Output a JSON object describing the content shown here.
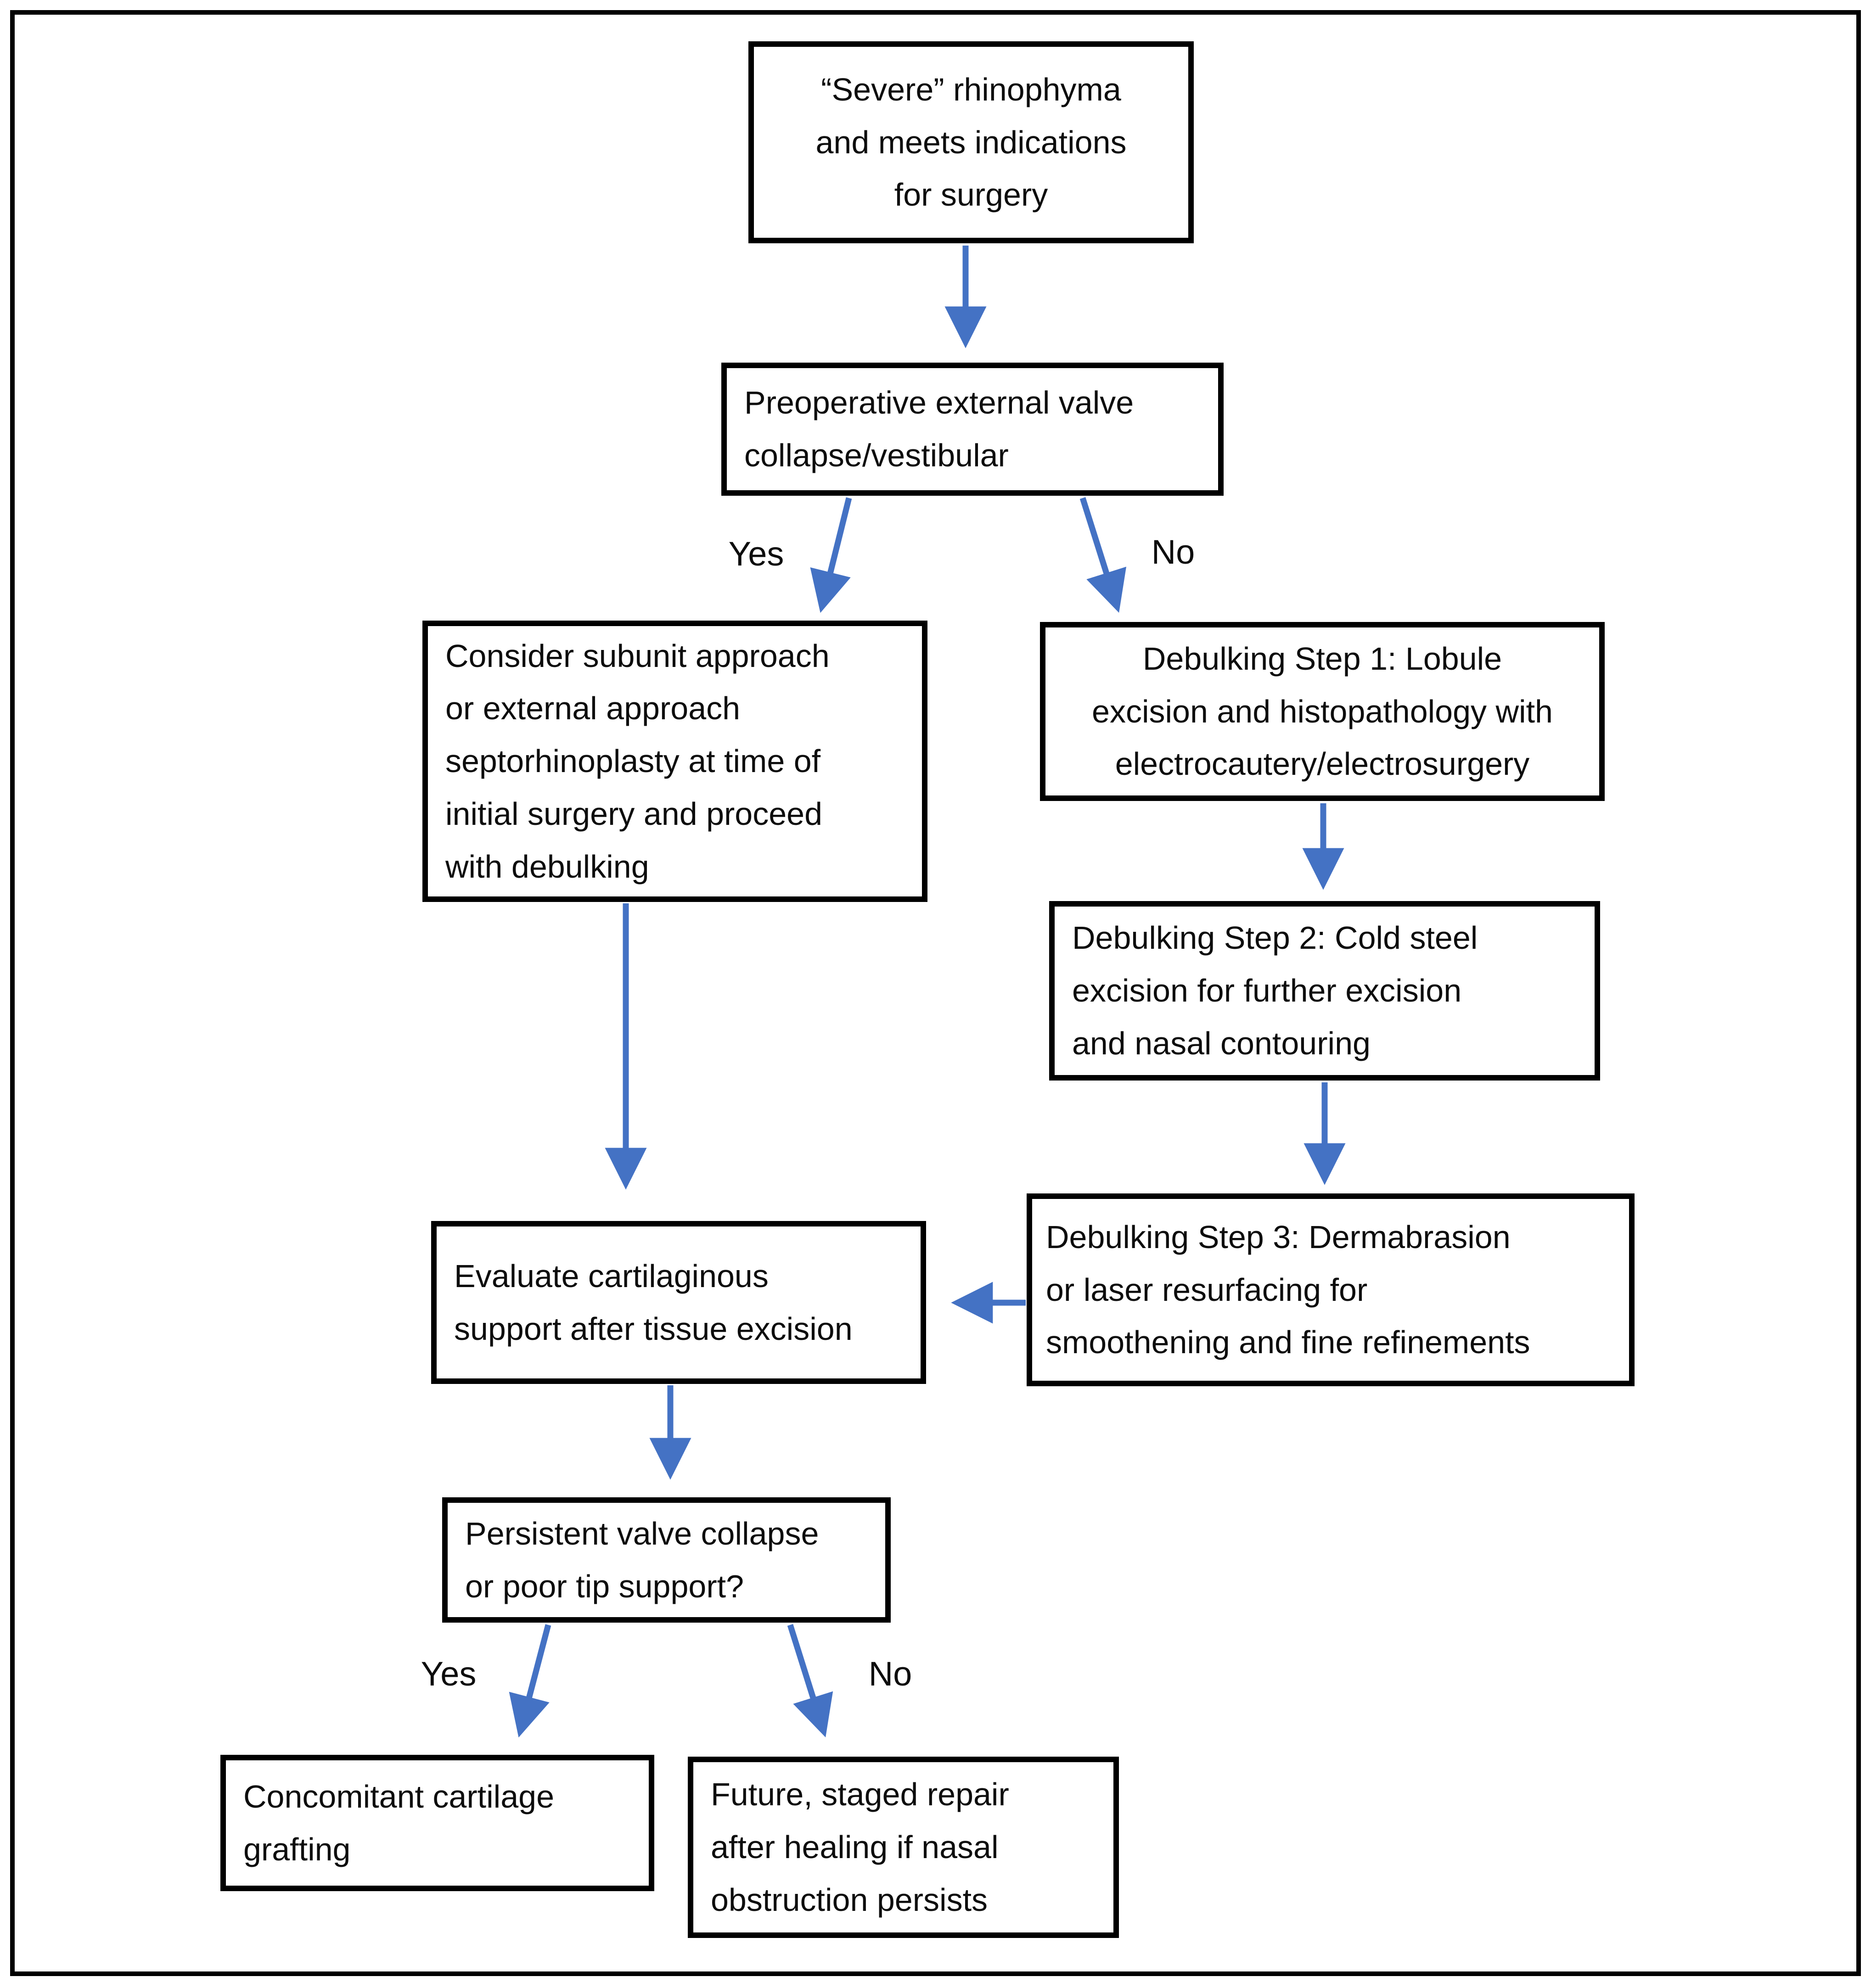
{
  "colors": {
    "arrow": "#4472C4",
    "box_border": "#000000",
    "background": "#FFFFFF",
    "text": "#0D0D0D"
  },
  "nodes": {
    "start": {
      "text": "“Severe” rhinophyma\nand meets indications\nfor surgery"
    },
    "preop": {
      "text": "Preoperative external valve\ncollapse/vestibular"
    },
    "consider": {
      "text": "Consider subunit approach\nor external approach\nseptorhinoplasty at time of\ninitial surgery and proceed\nwith debulking"
    },
    "step1": {
      "text": "Debulking Step 1: Lobule\nexcision and histopathology with\nelectrocautery/electrosurgery"
    },
    "step2": {
      "text": "Debulking Step 2: Cold steel\nexcision for further excision\nand nasal contouring"
    },
    "step3": {
      "text": "Debulking Step 3: Dermabrasion\nor laser resurfacing for\nsmoothening and fine refinements"
    },
    "evaluate": {
      "text": "Evaluate cartilaginous\nsupport after tissue excision"
    },
    "persistent": {
      "text": "Persistent valve collapse\nor poor tip support?"
    },
    "grafting": {
      "text": "Concomitant cartilage\ngrafting"
    },
    "future": {
      "text": "Future, staged repair\nafter healing if nasal\nobstruction persists"
    }
  },
  "branch_labels": {
    "preop_yes": "Yes",
    "preop_no": "No",
    "persistent_yes": "Yes",
    "persistent_no": "No"
  },
  "edges": [
    {
      "from": "start",
      "to": "preop",
      "label": ""
    },
    {
      "from": "preop",
      "to": "consider",
      "label": "Yes"
    },
    {
      "from": "preop",
      "to": "step1",
      "label": "No"
    },
    {
      "from": "step1",
      "to": "step2",
      "label": ""
    },
    {
      "from": "step2",
      "to": "step3",
      "label": ""
    },
    {
      "from": "step3",
      "to": "evaluate",
      "label": ""
    },
    {
      "from": "consider",
      "to": "evaluate",
      "label": ""
    },
    {
      "from": "evaluate",
      "to": "persistent",
      "label": ""
    },
    {
      "from": "persistent",
      "to": "grafting",
      "label": "Yes"
    },
    {
      "from": "persistent",
      "to": "future",
      "label": "No"
    }
  ]
}
